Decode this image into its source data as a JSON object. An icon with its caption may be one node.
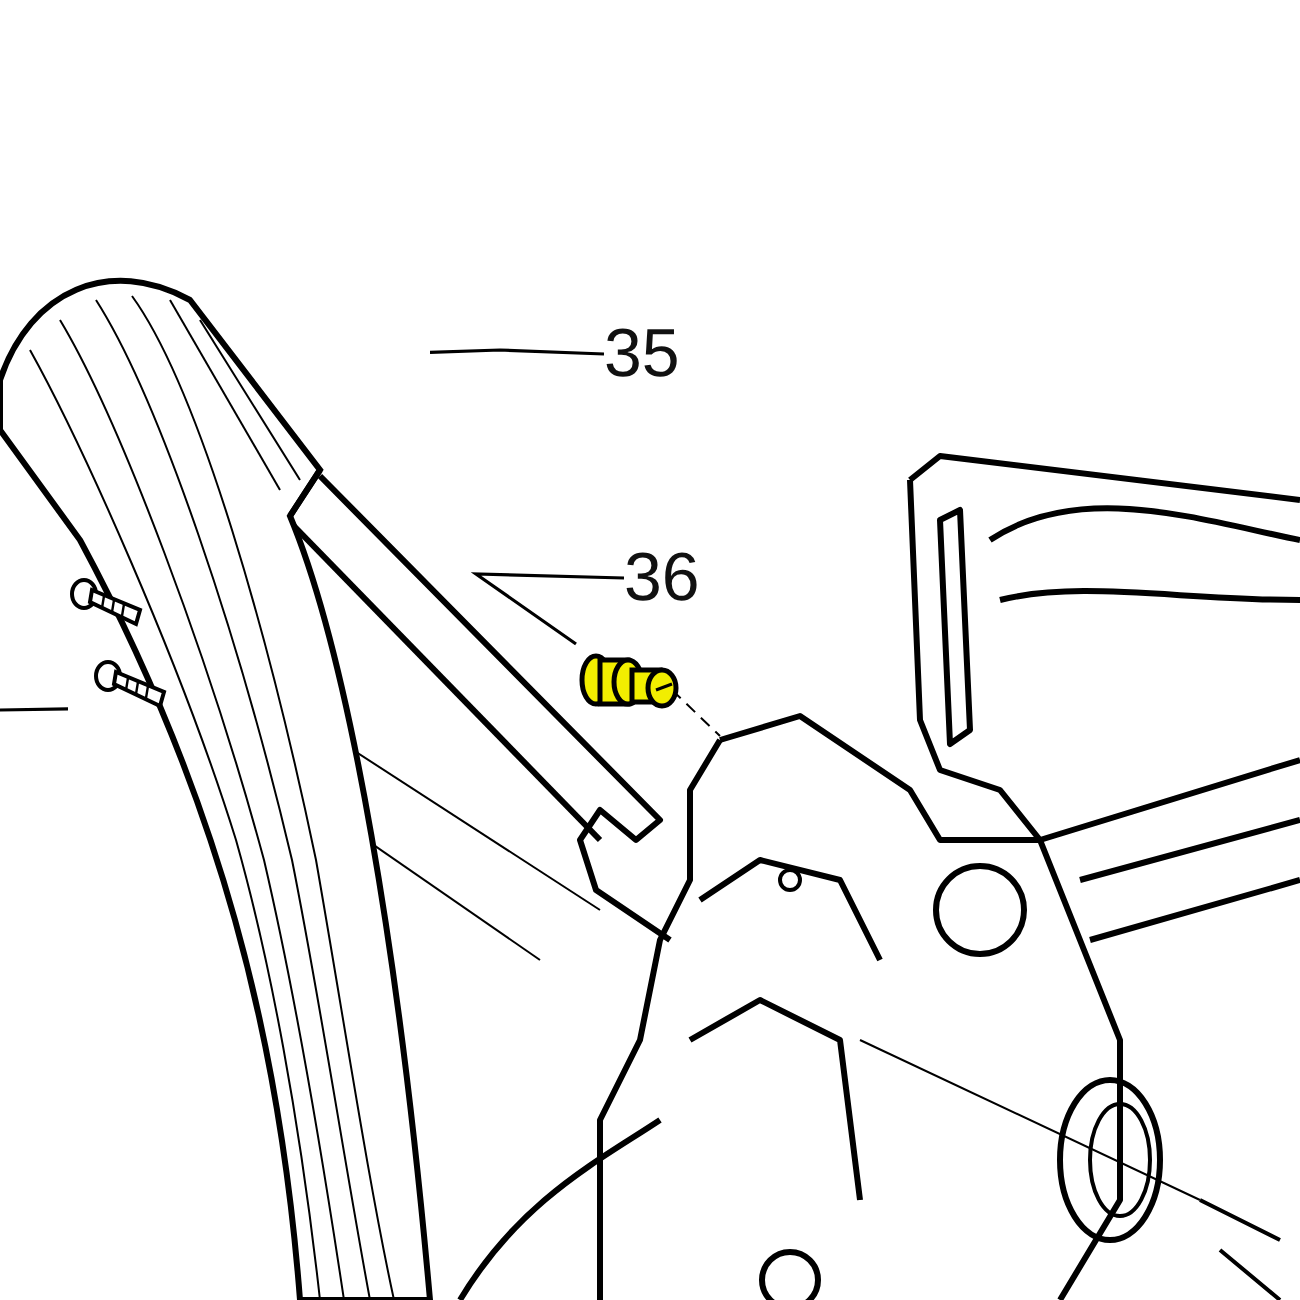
{
  "diagram": {
    "nodes": [
      {
        "text": [
          "35"
        ]
      },
      {
        "text": [],
        "shape": "picture"
      },
      {
        "text": [
          "36"
        ]
      },
      {
        "text": [],
        "shape": "picture"
      },
      {
        "text": [],
        "shape": "picture"
      }
    ],
    "edges": [
      {
        "from": 0,
        "to": 1,
        "arrow": "none"
      },
      {
        "from": 2,
        "to": 3,
        "arrow": "none"
      },
      {
        "from": null,
        "to": 4,
        "arrow": "none"
      }
    ]
  }
}
